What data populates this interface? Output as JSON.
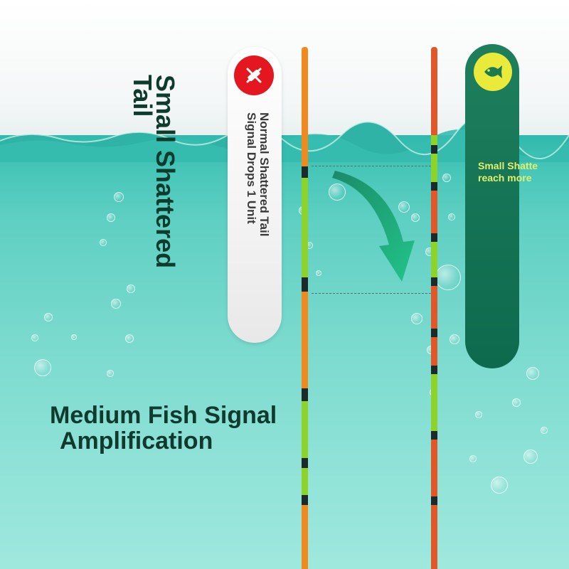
{
  "left_title": {
    "line1": "Small Shattered",
    "line2": "Tail"
  },
  "white_card": {
    "icon": "cross-out-icon",
    "line1": "Normal Shattered Tail",
    "line2": "Signal Drops 1 Unit"
  },
  "green_card": {
    "icon": "fish-icon",
    "line1": "Small Shatte",
    "line2": "reach more"
  },
  "caption": {
    "line1": "Medium Fish Signal",
    "line2": "Amplification"
  },
  "colors": {
    "water_top": "#2fb9ad",
    "water_bottom": "#9fe8de",
    "title_dark_green": "#0d3b2c",
    "card_green": "#157455",
    "card_text_yellow": "#e4f06a",
    "icon_red": "#e4161f",
    "icon_yellow": "#e9ea3a",
    "pole_orange": "#f08a1e",
    "pole_red": "#e2572a",
    "pole_lime": "#8ed32a",
    "pole_band": "#1c2b2a",
    "arrow_green": "#1eb87a"
  }
}
